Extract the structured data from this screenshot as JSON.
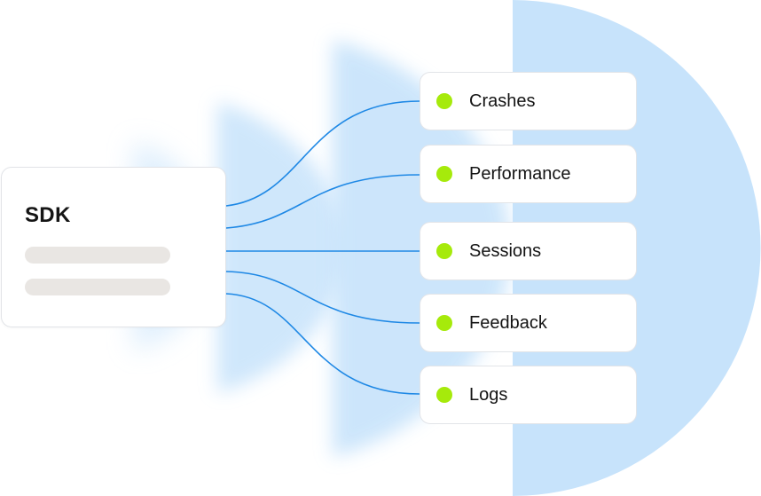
{
  "colors": {
    "accent_dot": "#a6ea0b",
    "connector_line": "#1e88e5",
    "background_shape": "#c7e3fb",
    "bar_placeholder": "#e9e6e3"
  },
  "sdk": {
    "title": "SDK"
  },
  "outputs": [
    {
      "label": "Crashes",
      "icon": "status-dot-icon"
    },
    {
      "label": "Performance",
      "icon": "status-dot-icon"
    },
    {
      "label": "Sessions",
      "icon": "status-dot-icon"
    },
    {
      "label": "Feedback",
      "icon": "status-dot-icon"
    },
    {
      "label": "Logs",
      "icon": "status-dot-icon"
    }
  ]
}
